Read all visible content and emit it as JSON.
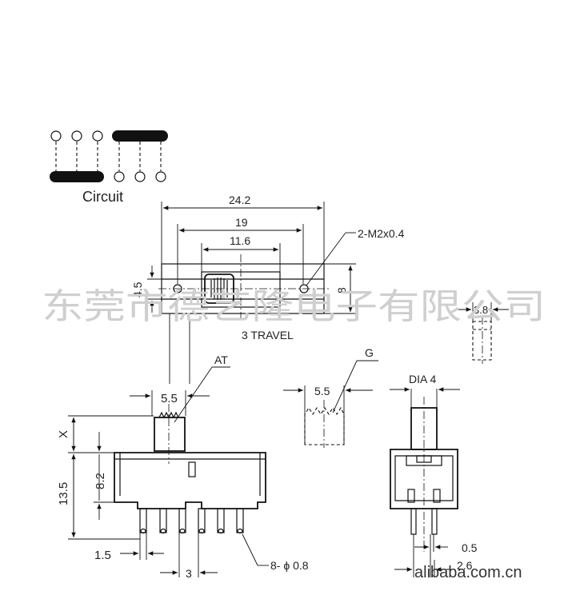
{
  "circuit": {
    "label": "Circuit"
  },
  "top_view": {
    "overall_width": "24.2",
    "hole_spacing": "19",
    "slot_width": "11.6",
    "height": "4.5",
    "height_right": "8",
    "screw_holes": "2-M2x0.4",
    "travel": "3 TRAVEL"
  },
  "front_view": {
    "actuator_width": "5.5",
    "actuator_label": "AT",
    "actuator_height": "X",
    "body_height": "8.2",
    "total_height": "13.5",
    "pin_offset": "1.5",
    "pin_pitch": "3",
    "pin_spec": "8- ϕ 0.8"
  },
  "actuator_detail": {
    "width": "5.5",
    "label": "G"
  },
  "small_detail": {
    "width": "3.8"
  },
  "side_view": {
    "dia": "DIA 4",
    "pin_thickness": "0.5",
    "pin_span": "2.6"
  },
  "watermark": {
    "company": "东莞市德艺隆电子有限公司",
    "site": "alibaba.com.cn"
  }
}
